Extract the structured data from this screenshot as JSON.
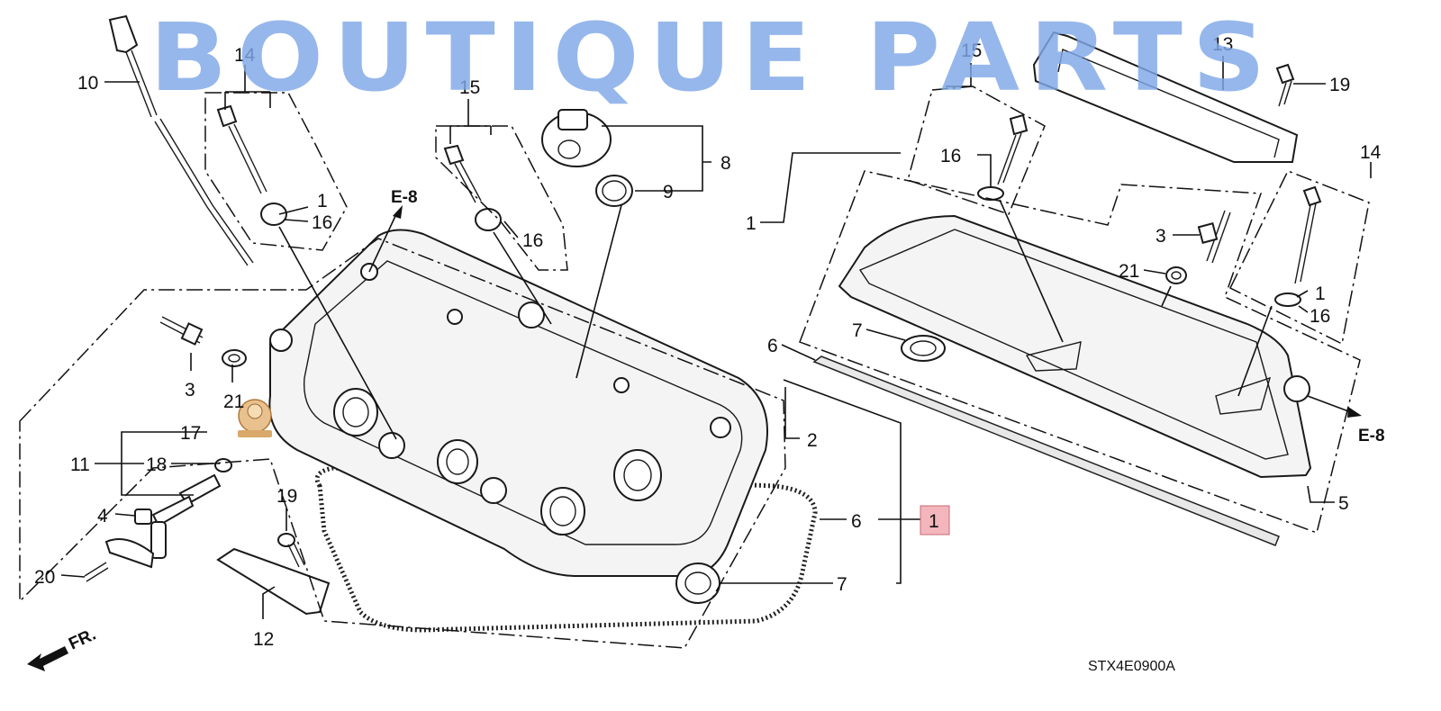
{
  "watermark": "BOUTIQUE PARTS",
  "diagram_code": "STX4E0900A",
  "direction_label": "FR.",
  "refs": {
    "left": "E-8",
    "right": "E-8"
  },
  "highlighted_callout": "1",
  "callouts": {
    "c10": "10",
    "c14_left": "14",
    "c1_left": "1",
    "c16_left": "16",
    "c15_mid": "15",
    "c16_mid": "16",
    "c8": "8",
    "c9": "9",
    "c3_left": "3",
    "c21_left": "21",
    "c17": "17",
    "c11": "11",
    "c18": "18",
    "c4": "4",
    "c20": "20",
    "c19_bottom": "19",
    "c12": "12",
    "c2": "2",
    "c6_mid": "6",
    "c7_bottom": "7",
    "c15_right": "15",
    "c16_right": "16",
    "c13": "13",
    "c19_top": "19",
    "c1_right_outer": "1",
    "c14_right": "14",
    "c3_right": "3",
    "c21_right": "21",
    "c1_right_inner": "1",
    "c16_right_inner": "16",
    "c7_right": "7",
    "c6_right": "6",
    "c5": "5"
  },
  "icons": {
    "watermark_badge": "mascot-badge-icon",
    "direction": "front-arrow-icon"
  },
  "colors": {
    "watermark": "#7fa7e6",
    "highlight": "#f3b6bd",
    "line": "#1a1a1a"
  }
}
